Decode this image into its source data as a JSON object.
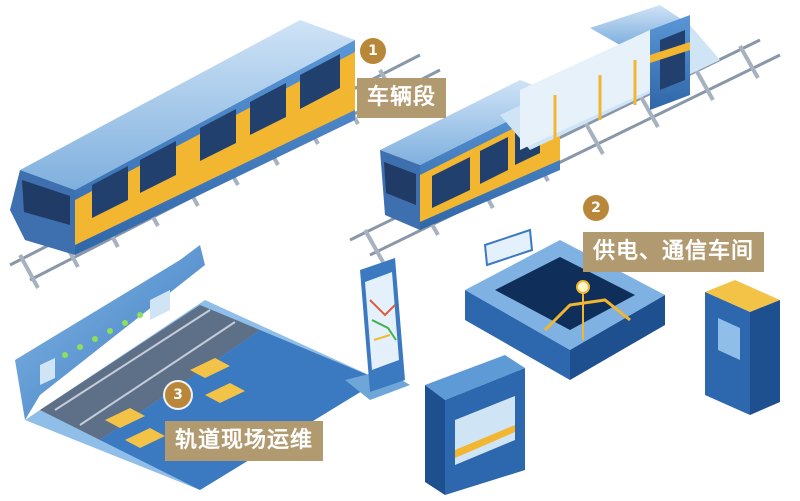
{
  "callouts": [
    {
      "number": "1",
      "label": "车辆段"
    },
    {
      "number": "2",
      "label": "供电、通信车间"
    },
    {
      "number": "3",
      "label": "轨道现场运维"
    }
  ],
  "colors": {
    "train_body": "#4a86c8",
    "train_roof": "#9cc4ea",
    "train_stripe": "#f2b630",
    "badge": "#b8873a",
    "label_bg": "#b19a70",
    "track": "#8a97a8",
    "platform": "#3b79c0"
  }
}
